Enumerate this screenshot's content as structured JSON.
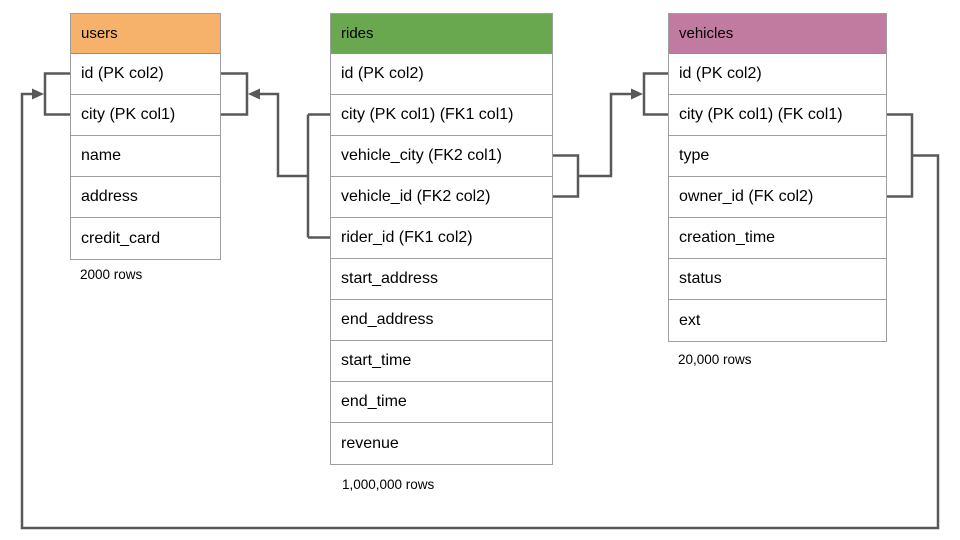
{
  "diagram": {
    "background": "#ffffff",
    "border_color": "#9e9e9e",
    "connector_color": "#595959",
    "text_color": "#000000"
  },
  "tables": {
    "users": {
      "title": "users",
      "header_color": "#F6B26B",
      "rows": [
        "id (PK col2)",
        "city (PK col1)",
        "name",
        "address",
        "credit_card"
      ],
      "row_count_label": "2000 rows"
    },
    "rides": {
      "title": "rides",
      "header_color": "#6AA84F",
      "rows": [
        "id (PK col2)",
        "city (PK col1) (FK1 col1)",
        "vehicle_city (FK2 col1)",
        "vehicle_id (FK2 col2)",
        "rider_id (FK1 col2)",
        "start_address",
        "end_address",
        "start_time",
        "end_time",
        "revenue"
      ],
      "row_count_label": "1,000,000 rows"
    },
    "vehicles": {
      "title": "vehicles",
      "header_color": "#C27BA0",
      "rows": [
        "id (PK col2)",
        "city (PK col1) (FK col1)",
        "type",
        "owner_id (FK col2)",
        "creation_time",
        "status",
        "ext"
      ],
      "row_count_label": "20,000 rows"
    }
  },
  "relationships": [
    {
      "name": "rides (city, rider_id) FK1 arrow into users (id, city)"
    },
    {
      "name": "rides (vehicle_city, vehicle_id) FK2 arrow into vehicles (id, city)"
    },
    {
      "name": "vehicles (city, owner_id) FK arrow around bottom into users (id, city)"
    }
  ]
}
